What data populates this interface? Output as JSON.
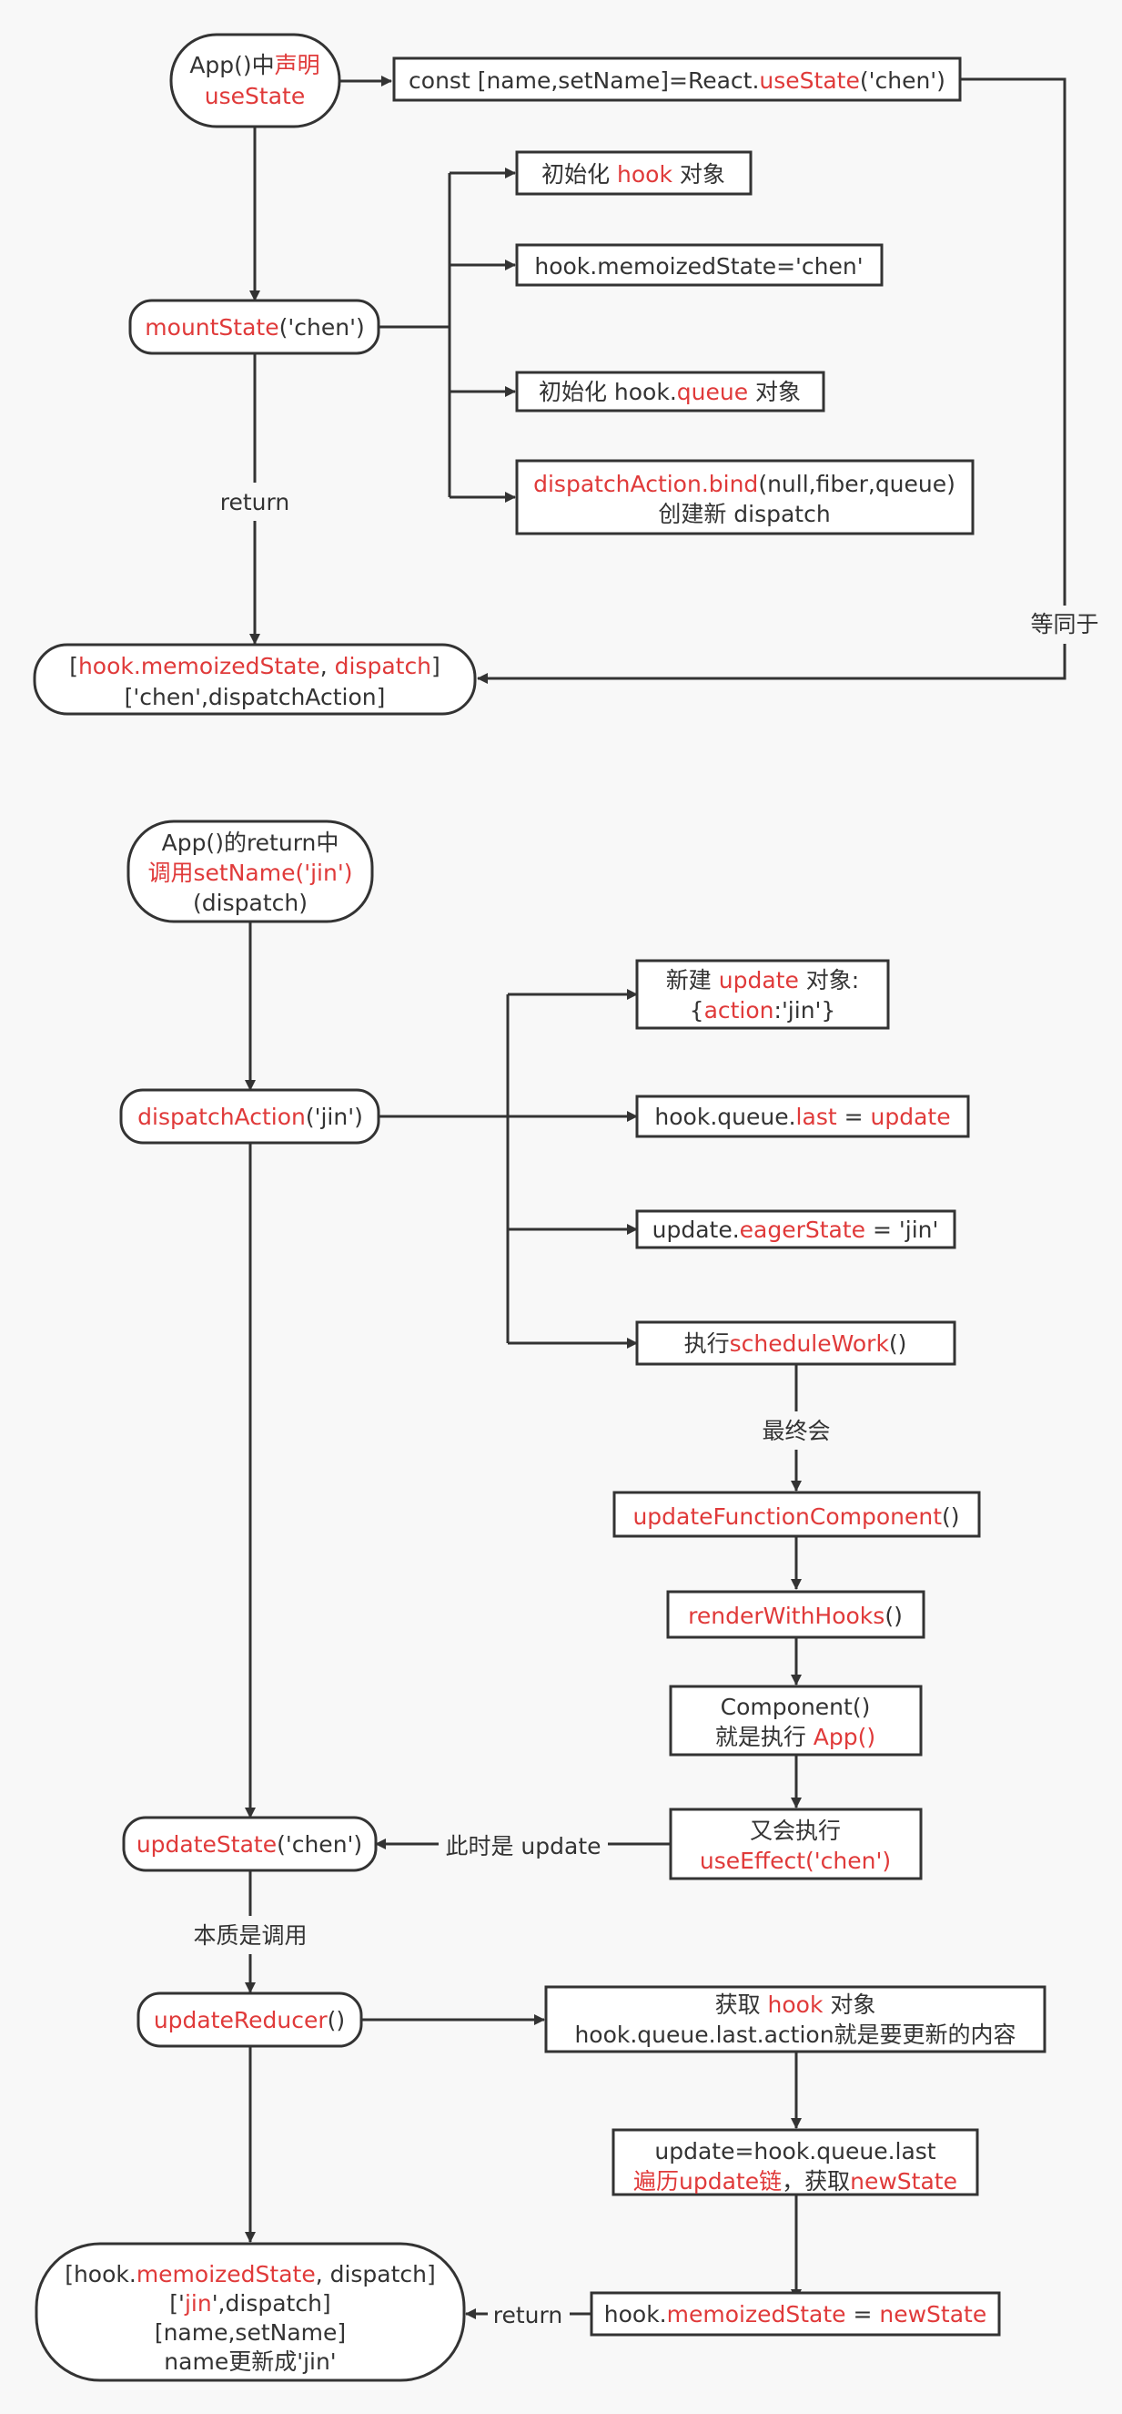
{
  "nodes": {
    "app_declare": {
      "line1": [
        {
          "t": "App()中"
        },
        {
          "t": "声明",
          "c": "r"
        }
      ],
      "line2": [
        {
          "t": "useState",
          "c": "r"
        }
      ]
    },
    "use_state_call": {
      "line1": [
        {
          "t": "const [name,setName]=React."
        },
        {
          "t": "useState",
          "c": "r"
        },
        {
          "t": "('chen')"
        }
      ]
    },
    "mount_state": {
      "line1": [
        {
          "t": "mountState",
          "c": "r"
        },
        {
          "t": "('chen')"
        }
      ]
    },
    "init_hook": {
      "line1": [
        {
          "t": "初始化 "
        },
        {
          "t": "hook",
          "c": "r"
        },
        {
          "t": " 对象"
        }
      ]
    },
    "memoized_state_set": {
      "line1": [
        {
          "t": "hook.memoizedState='chen'"
        }
      ]
    },
    "init_queue": {
      "line1": [
        {
          "t": "初始化 hook."
        },
        {
          "t": "queue",
          "c": "r"
        },
        {
          "t": " 对象"
        }
      ]
    },
    "dispatch_bind": {
      "line1": [
        {
          "t": "dispatchAction.bind",
          "c": "r"
        },
        {
          "t": "(null,fiber,queue)"
        }
      ],
      "line2": [
        {
          "t": "创建新 dispatch"
        }
      ]
    },
    "mount_result": {
      "line1": [
        {
          "t": "["
        },
        {
          "t": "hook.memoizedState",
          "c": "r"
        },
        {
          "t": ", "
        },
        {
          "t": "dispatch",
          "c": "r"
        },
        {
          "t": "]"
        }
      ],
      "line2": [
        {
          "t": "['chen',dispatchAction]"
        }
      ]
    },
    "app_return": {
      "line1": [
        {
          "t": "App()的return中"
        }
      ],
      "line2": [
        {
          "t": "调用setName('jin')",
          "c": "r"
        }
      ],
      "line3": [
        {
          "t": "(dispatch)"
        }
      ]
    },
    "dispatch_action": {
      "line1": [
        {
          "t": "dispatchAction",
          "c": "r"
        },
        {
          "t": "('jin')"
        }
      ]
    },
    "new_update": {
      "line1": [
        {
          "t": "新建 "
        },
        {
          "t": "update",
          "c": "r"
        },
        {
          "t": " 对象:"
        }
      ],
      "line2": [
        {
          "t": "{"
        },
        {
          "t": "action",
          "c": "r"
        },
        {
          "t": ":'jin'}"
        }
      ]
    },
    "queue_last": {
      "line1": [
        {
          "t": "hook.queue."
        },
        {
          "t": "last",
          "c": "r"
        },
        {
          "t": " = "
        },
        {
          "t": "update",
          "c": "r"
        }
      ]
    },
    "eager_state": {
      "line1": [
        {
          "t": "update."
        },
        {
          "t": "eagerState",
          "c": "r"
        },
        {
          "t": " = 'jin'"
        }
      ]
    },
    "schedule_work": {
      "line1": [
        {
          "t": "执行"
        },
        {
          "t": "scheduleWork",
          "c": "r"
        },
        {
          "t": "()"
        }
      ]
    },
    "update_fc": {
      "line1": [
        {
          "t": "updateFunctionComponent",
          "c": "r"
        },
        {
          "t": "()"
        }
      ]
    },
    "render_with_hooks": {
      "line1": [
        {
          "t": "renderWithHooks",
          "c": "r"
        },
        {
          "t": "()"
        }
      ]
    },
    "component_exec": {
      "line1": [
        {
          "t": "Component()"
        }
      ],
      "line2": [
        {
          "t": "就是执行 "
        },
        {
          "t": "App()",
          "c": "r"
        }
      ]
    },
    "rerun_effect": {
      "line1": [
        {
          "t": "又会执行"
        }
      ],
      "line2": [
        {
          "t": "useEffect('chen')",
          "c": "r"
        }
      ]
    },
    "update_state": {
      "line1": [
        {
          "t": "updateState",
          "c": "r"
        },
        {
          "t": "('chen')"
        }
      ]
    },
    "update_reducer": {
      "line1": [
        {
          "t": "updateReducer",
          "c": "r"
        },
        {
          "t": "()"
        }
      ]
    },
    "get_hook": {
      "line1": [
        {
          "t": "获取 "
        },
        {
          "t": "hook",
          "c": "r"
        },
        {
          "t": " 对象"
        }
      ],
      "line2": [
        {
          "t": "hook.queue.last.action就是要更新的内容"
        }
      ]
    },
    "traverse_chain": {
      "line1": [
        {
          "t": "update=hook.queue.last"
        }
      ],
      "line2": [
        {
          "t": "遍历update链",
          "c": "r"
        },
        {
          "t": "，获取"
        },
        {
          "t": "newState",
          "c": "r"
        }
      ]
    },
    "assign_new_state": {
      "line1": [
        {
          "t": "hook."
        },
        {
          "t": "memoizedState",
          "c": "r"
        },
        {
          "t": " = "
        },
        {
          "t": "newState",
          "c": "r"
        }
      ]
    },
    "final_result": {
      "line1": [
        {
          "t": "[hook."
        },
        {
          "t": "memoizedState",
          "c": "r"
        },
        {
          "t": ", dispatch]"
        }
      ],
      "line2": [
        {
          "t": "['"
        },
        {
          "t": "jin",
          "c": "r"
        },
        {
          "t": "',dispatch]"
        }
      ],
      "line3": [
        {
          "t": "[name,setName]"
        }
      ],
      "line4": [
        {
          "t": "name更新成'jin'"
        }
      ]
    }
  },
  "edge_labels": {
    "return": "return",
    "equivalent": "等同于",
    "eventually": "最终会",
    "now_update": "此时是 update",
    "essentially": "本质是调用",
    "return_back": "return"
  },
  "colors": {
    "accent": "#e03a3a",
    "text": "#333333",
    "line": "#333333"
  }
}
